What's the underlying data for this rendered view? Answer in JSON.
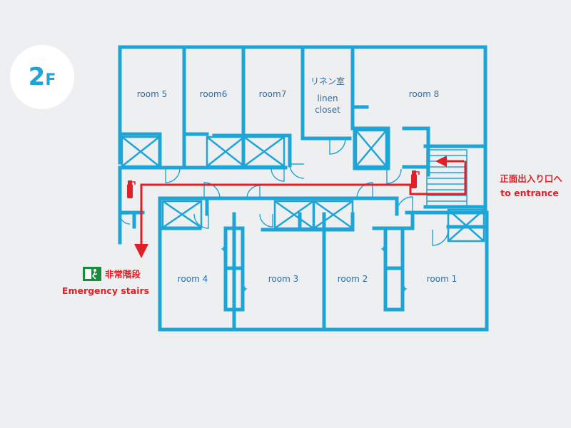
{
  "floor": {
    "number": "2",
    "unit": "F"
  },
  "rooms": {
    "room5": "room 5",
    "room6": "room6",
    "room7": "room7",
    "room8": "room 8",
    "room4": "room 4",
    "room3": "room 3",
    "room2": "room 2",
    "room1": "room 1"
  },
  "linen": {
    "jp": "リネン室",
    "en1": "linen",
    "en2": "closet"
  },
  "entrance": {
    "jp": "正面出入り口へ",
    "en": "to entrance"
  },
  "emergency": {
    "jp": "非常階段",
    "en": "Emergency stairs"
  },
  "colors": {
    "wall": "#1ea5d8",
    "route": "#e02026",
    "label": "#2c6da4",
    "background": "#eeeff0"
  }
}
